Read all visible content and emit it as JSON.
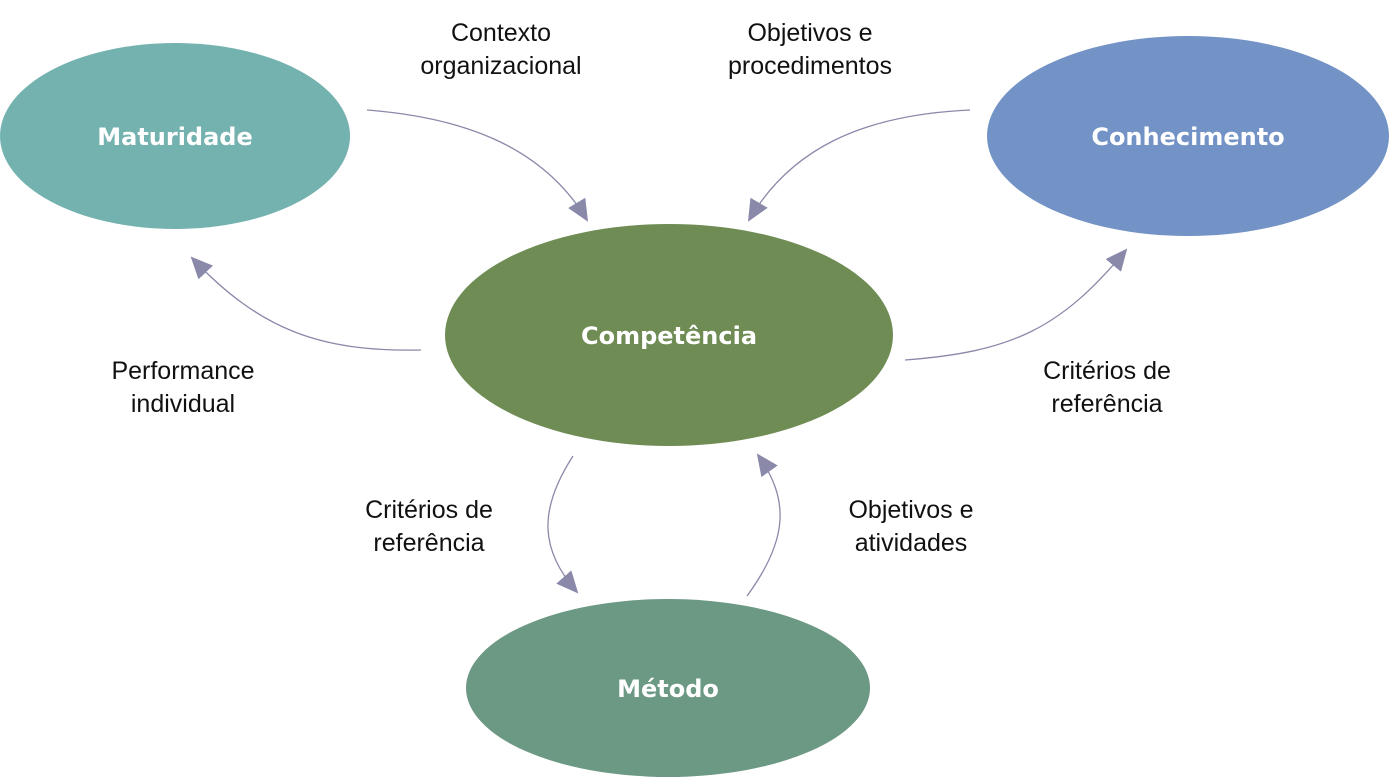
{
  "colors": {
    "maturidade": "#74b2b0",
    "conhecimento": "#7393c6",
    "competencia": "#6f8c55",
    "metodo": "#6c9983",
    "arrow": "#8a89aa"
  },
  "nodes": {
    "maturidade": "Maturidade",
    "conhecimento": "Conhecimento",
    "competencia": "Competência",
    "metodo": "Método"
  },
  "edges": {
    "contexto": {
      "line1": "Contexto",
      "line2": "organizacional"
    },
    "objetivos_procedimentos": {
      "line1": "Objetivos e",
      "line2": "procedimentos"
    },
    "performance": {
      "line1": "Performance",
      "line2": "individual"
    },
    "criterios_conhecimento": {
      "line1": "Critérios de",
      "line2": "referência"
    },
    "criterios_metodo": {
      "line1": "Critérios de",
      "line2": "referência"
    },
    "objetivos_atividades": {
      "line1": "Objetivos e",
      "line2": "atividades"
    }
  }
}
